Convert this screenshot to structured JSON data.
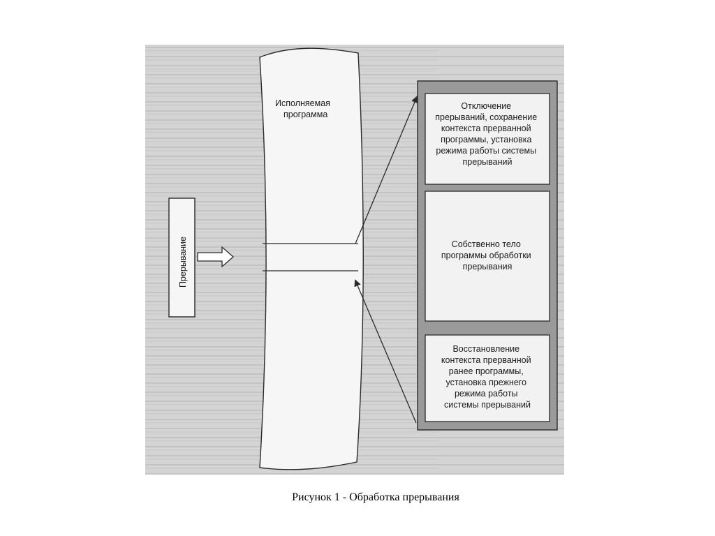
{
  "diagram": {
    "program_label": [
      "Исполняемая",
      "программа"
    ],
    "interrupt_label": "Прерывание",
    "handler_blocks": [
      {
        "lines": [
          "Отключение",
          "прерываний, сохранение",
          "контекста прерванной",
          "программы, установка",
          "режима работы системы",
          "прерываний"
        ]
      },
      {
        "lines": [
          "Собственно тело",
          "программы обработки",
          "прерывания"
        ]
      },
      {
        "lines": [
          "Восстановление",
          "контекста прерванной",
          "ранее программы,",
          "установка прежнего",
          "режима работы",
          "системы прерываний"
        ]
      }
    ]
  },
  "caption": "Рисунок 1 - Обработка прерывания",
  "colors": {
    "scan_background": "#d6d6d6",
    "handler_frame": "#9a9a9a",
    "block_fill": "#f2f2f2",
    "line": "#2a2a2a"
  }
}
